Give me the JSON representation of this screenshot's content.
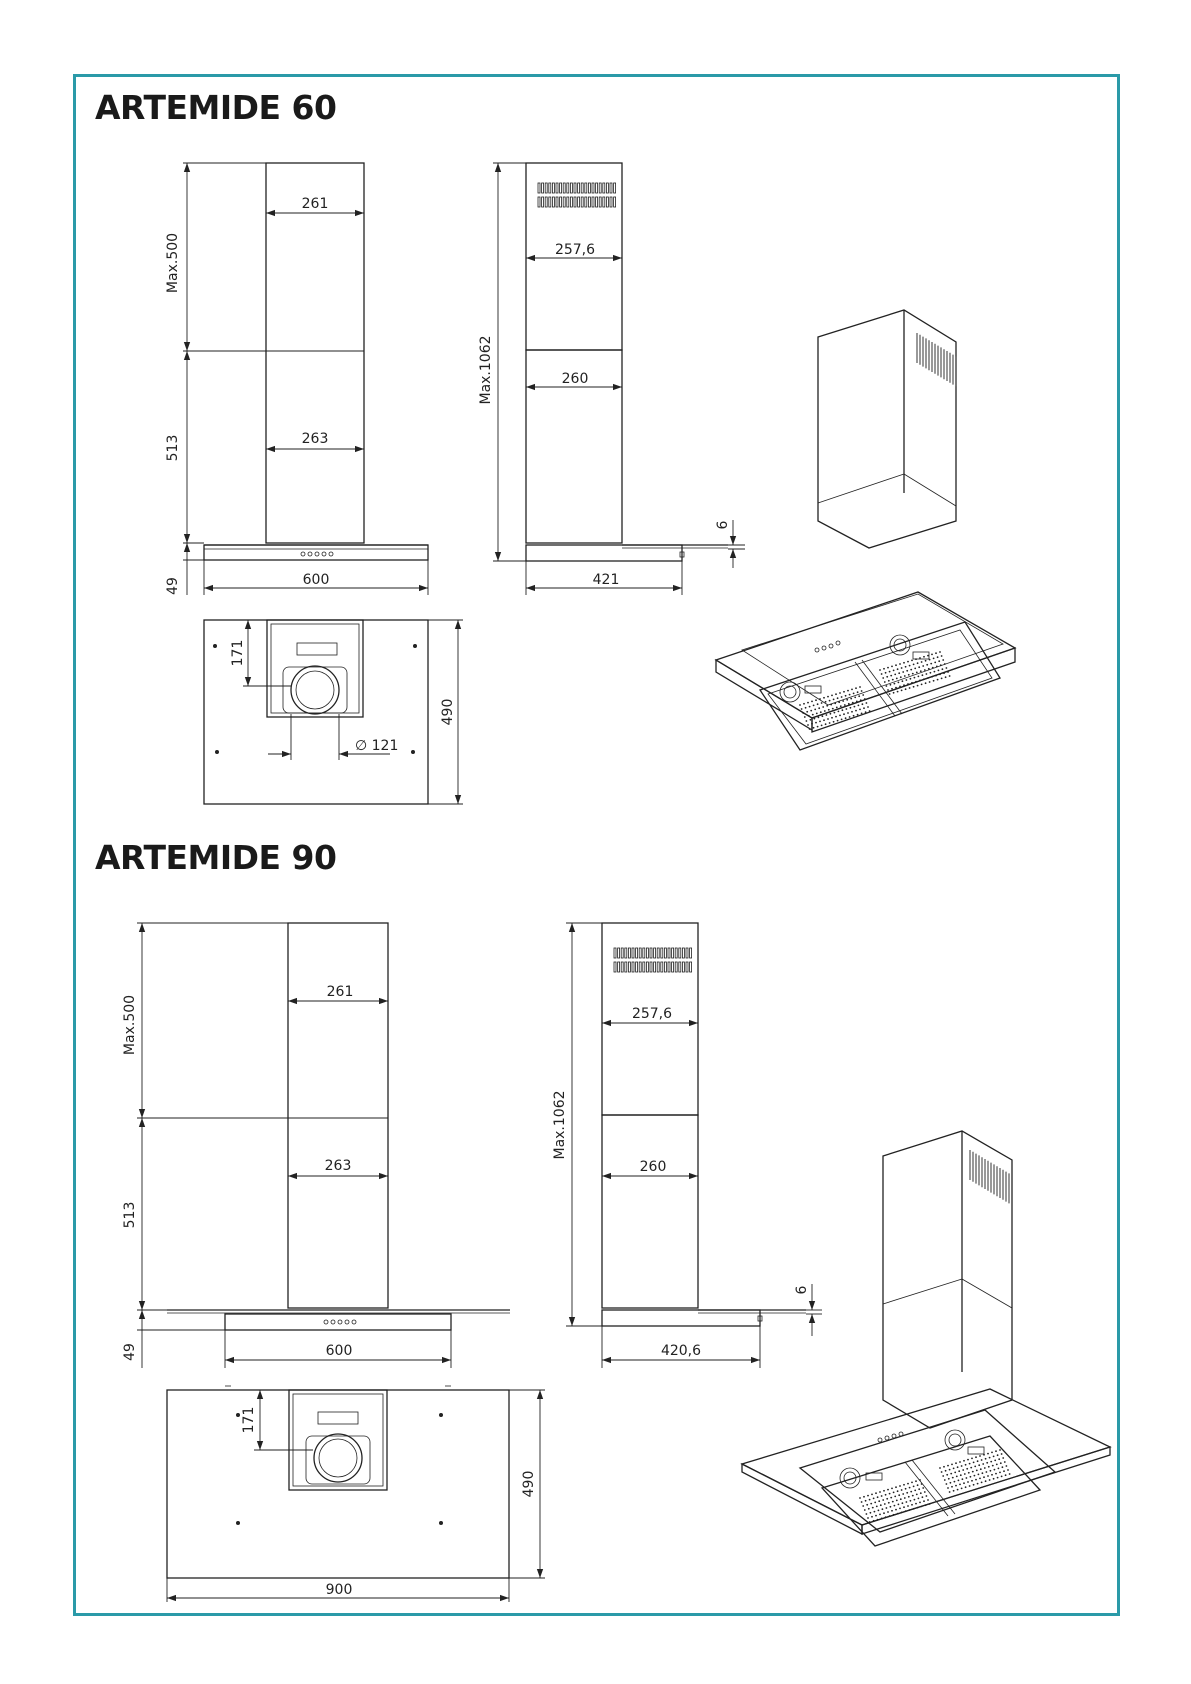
{
  "colors": {
    "frame": "#2a9aa8",
    "line": "#222222"
  },
  "models": [
    {
      "id": "artemide-60",
      "title": "ARTEMIDE 60",
      "front": {
        "upper_width": "261",
        "lower_width": "263",
        "upper_height": "Max.500",
        "lower_height": "513",
        "canopy_height": "49",
        "total_width": "600"
      },
      "side": {
        "upper_width": "257,6",
        "lower_width": "260",
        "total_height": "Max.1062",
        "glass_thickness": "6",
        "depth": "421"
      },
      "top": {
        "offset": "171",
        "outlet_diameter": "∅ 121",
        "depth": "490"
      }
    },
    {
      "id": "artemide-90",
      "title": "ARTEMIDE 90",
      "front": {
        "upper_width": "261",
        "lower_width": "263",
        "upper_height": "Max.500",
        "lower_height": "513",
        "canopy_height": "49",
        "total_width": "600"
      },
      "side": {
        "upper_width": "257,6",
        "lower_width": "260",
        "total_height": "Max.1062",
        "glass_thickness": "6",
        "depth": "420,6"
      },
      "top": {
        "offset": "171",
        "depth": "490",
        "total_width": "900"
      }
    }
  ]
}
